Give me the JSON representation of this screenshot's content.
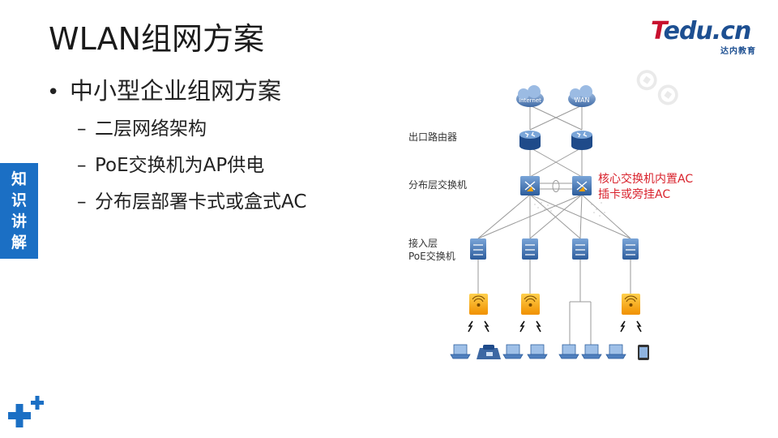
{
  "slide": {
    "title": "WLAN组网方案",
    "bullet_main": "中小型企业组网方案",
    "sub_bullets": [
      "二层网络架构",
      "PoE交换机为AP供电",
      "分布层部署卡式或盒式AC"
    ],
    "side_tab": [
      "知",
      "识",
      "讲",
      "解"
    ]
  },
  "logo": {
    "main_t": "T",
    "main_rest": "edu.cn",
    "sub": "达内教育"
  },
  "diagram": {
    "cloud_internet": "Internet",
    "cloud_wan": "WAN",
    "label_router": "出口路由器",
    "label_distribution": "分布层交换机",
    "label_access_1": "接入层",
    "label_access_2": "PoE交换机",
    "note_line1": "核心交换机内置AC",
    "note_line2": "插卡或旁挂AC"
  },
  "colors": {
    "accent_blue": "#1b6fc4",
    "device_blue": "#2f5f9e",
    "ap_orange": "#f2a200",
    "note_red": "#d9232d"
  }
}
